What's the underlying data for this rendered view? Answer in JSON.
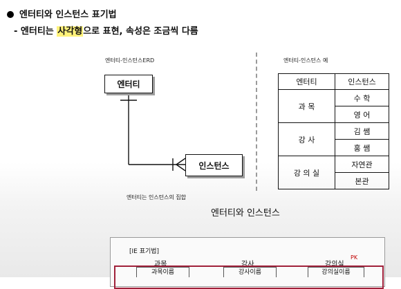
{
  "header": {
    "title": "엔터티와 인스턴스 표기법",
    "subtitle_prefix": "- 엔터티는 ",
    "subtitle_highlight": "사각형",
    "subtitle_suffix": "으로 표현, 속성은 조금씩 다름"
  },
  "erd": {
    "caption": "엔터티-인스턴스ERD",
    "entity_label": "엔터티",
    "instance_label": "인스턴스",
    "bottom_caption": "엔터티는 인스턴스의 집합"
  },
  "example": {
    "caption": "엔터티-인스턴스 예",
    "col_entity": "엔터티",
    "col_instance": "인스턴스",
    "rows": [
      {
        "entity": "과 목",
        "instances": [
          "수 학",
          "영 어"
        ]
      },
      {
        "entity": "강 사",
        "instances": [
          "김 쌤",
          "홍 쌤"
        ]
      },
      {
        "entity": "강 의 실",
        "instances": [
          "자연관",
          "본관"
        ]
      }
    ]
  },
  "section2": {
    "heading": "엔터티와 인스턴스",
    "ie_label": "[IE 표기법]",
    "entities": [
      "과목",
      "강사",
      "강의실"
    ],
    "pk_label": "PK",
    "attributes": [
      "과목이름",
      "강사이름",
      "강의실이름"
    ]
  }
}
